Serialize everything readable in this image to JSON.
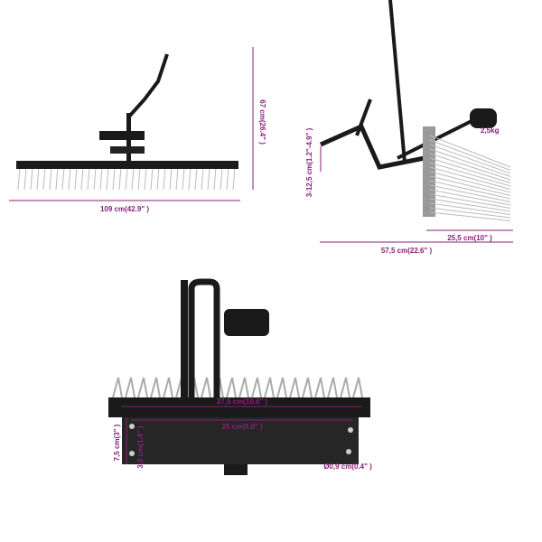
{
  "colors": {
    "dimension": "#8a1f7a",
    "metal": "#1a1a1a",
    "tine": "#b9b9b9"
  },
  "front_view": {
    "width_label": "109 cm(42.9\" )",
    "height_label": "67 cm(26.4\" )"
  },
  "side_view": {
    "hitch_height_label": "3-12,5 cm(1.2\"-4.9\" )",
    "weight_label": "2,5kg",
    "tine_length_label": "25,5 cm(10\" )",
    "depth_label": "57,5 cm(22.6\" )"
  },
  "detail_view": {
    "bar_length_label": "27,5 cm(10.8\" )",
    "hole_spacing_label": "25 cm(9.8\" )",
    "plate_height_label": "7,5 cm(3\" )",
    "hole_vertical_label": "3,5 cm(1.4\" )",
    "hole_diameter_label": "Ø0,9 cm(0.4\" )"
  }
}
